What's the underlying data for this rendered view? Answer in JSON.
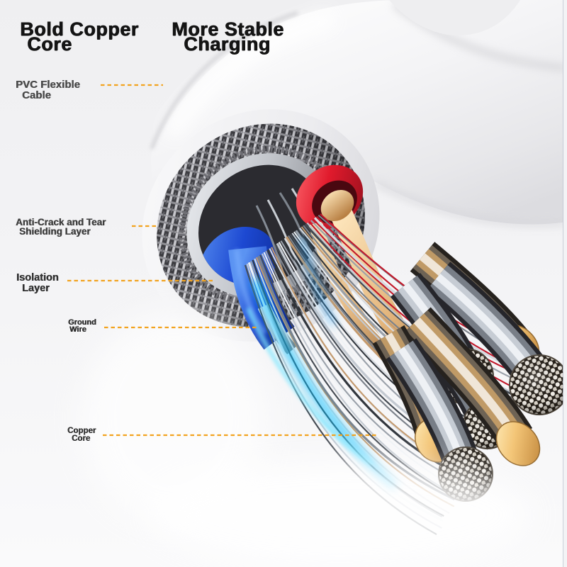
{
  "headlines": {
    "left": {
      "line1": "Bold Copper",
      "line2": "Core"
    },
    "right": {
      "line1": "More Stable",
      "line2": "Charging"
    }
  },
  "callouts": {
    "pvc": {
      "line1": "PVC Flexible",
      "line2": "Cable"
    },
    "shielding": {
      "line1": "Anti-Crack and Tear",
      "line2": "Shielding Layer"
    },
    "isolation": {
      "line1": "Isolation",
      "line2": "Layer"
    },
    "ground": {
      "line1": "Ground",
      "line2": "Wire"
    },
    "copper": {
      "line1": "Copper",
      "line2": "Core"
    }
  },
  "colors": {
    "background_top": "#efeff1",
    "background_bottom": "#fafafb",
    "leader_line": "#f2a31f",
    "headline_text": "#141414",
    "label_text": "#3c3c3c",
    "cable_white": "#fdfdfe",
    "braided_shield_silver": "#c9c9cf",
    "shield_ring_silver": "#b9bcc2",
    "isolation_blue": "#1d49d2",
    "wire_red": "#e01a2c",
    "copper_tube": "#d8a568",
    "gold_strand_tip": "#f3c577",
    "strand_silver": "#c3c9d1",
    "glow_blue": "#1ec8ff"
  }
}
